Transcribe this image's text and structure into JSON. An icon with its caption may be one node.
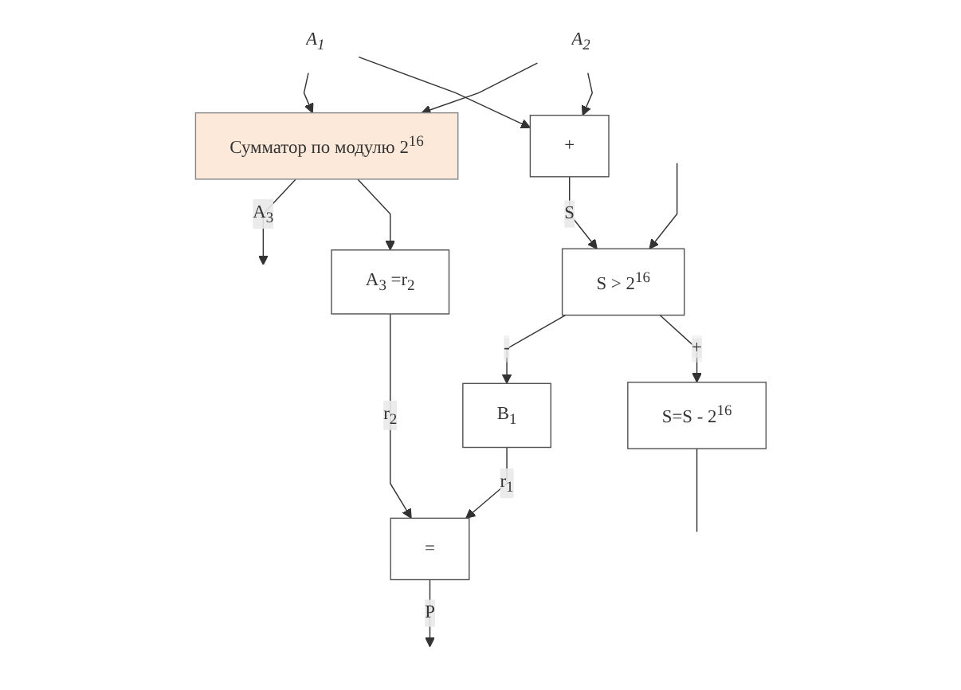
{
  "diagram": {
    "nodes": [
      {
        "text": [
          "A$_{1}$"
        ]
      },
      {
        "text": [
          "A$_{2}$"
        ]
      },
      {
        "text": [
          "+"
        ]
      },
      {
        "text": [
          "Сумматор по модулю 2$^{16}$"
        ]
      },
      {
        "text": [
          "S > 2$^{16}$"
        ]
      },
      {
        "text": [
          "B$_{1}$"
        ]
      },
      {
        "text": [
          "S=S - 2$^{16}$"
        ]
      },
      {
        "text": [
          "A$_{3}$ =r$_{2}$"
        ]
      },
      {
        "text": [
          "="
        ]
      }
    ],
    "edges": [
      {
        "from": 0,
        "to": 3,
        "arrow": "to"
      },
      {
        "from": 0,
        "to": 2,
        "arrow": "to"
      },
      {
        "from": 1,
        "to": 3,
        "arrow": "to"
      },
      {
        "from": 1,
        "to": 2,
        "arrow": "to"
      },
      {
        "from": 2,
        "to": 4,
        "arrow": "to",
        "label": "S"
      },
      {
        "from": 4,
        "to": 5,
        "arrow": "to",
        "label": "-"
      },
      {
        "from": 4,
        "to": 6,
        "arrow": "to",
        "label": "+"
      },
      {
        "from": null,
        "to": 4,
        "arrow": "to"
      },
      {
        "from": 6,
        "to": null,
        "arrow": "none"
      },
      {
        "from": 3,
        "to": null,
        "arrow": "to",
        "label": "A$_{3}$"
      },
      {
        "from": 3,
        "to": 7,
        "arrow": "to"
      },
      {
        "from": 7,
        "to": 8,
        "arrow": "to",
        "label": "r$_{2}$"
      },
      {
        "from": 5,
        "to": 8,
        "arrow": "to",
        "label": "r$_{1}$"
      },
      {
        "from": 8,
        "to": null,
        "arrow": "to",
        "label": "P"
      }
    ]
  }
}
